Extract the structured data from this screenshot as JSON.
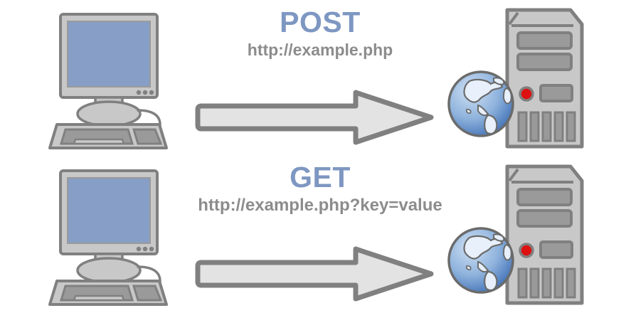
{
  "diagram": {
    "title": "HTTP POST vs GET request diagram",
    "background_color": "#ffffff",
    "palette": {
      "heading_blue": "#7e97c2",
      "url_gray": "#8c8c8c",
      "outline_gray": "#808080",
      "body_light_gray": "#c8c8c8",
      "panel_gray": "#9a9a9a",
      "arrow_fill": "#e3e3e3",
      "screen_blue": "#879fc6",
      "led_red": "#dd1111",
      "globe_blue": "#5b87c6",
      "globe_land": "#dbe6f5"
    },
    "rows": [
      {
        "id": "post-row",
        "method": "POST",
        "url": "http://example.php",
        "client_icon": "desktop-computer-icon",
        "arrow_icon": "right-arrow-icon",
        "server_icon": "server-tower-icon",
        "globe_icon": "globe-icon"
      },
      {
        "id": "get-row",
        "method": "GET",
        "url": "http://example.php?key=value",
        "client_icon": "desktop-computer-icon",
        "arrow_icon": "right-arrow-icon",
        "server_icon": "server-tower-icon",
        "globe_icon": "globe-icon"
      }
    ]
  }
}
